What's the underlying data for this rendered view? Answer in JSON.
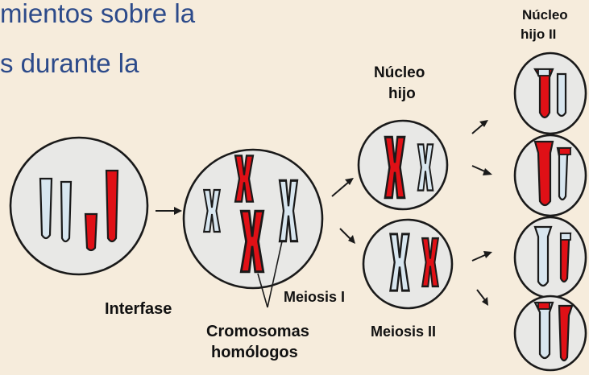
{
  "title": {
    "line1": "mientos sobre la",
    "line2": "s durante la"
  },
  "labels": {
    "interfase": "Interfase",
    "meiosis1": "Meiosis I",
    "meiosis2": "Meiosis II",
    "homologos_1": "Cromosomas",
    "homologos_2": "homólogos",
    "hijo_1": "Núcleo",
    "hijo_2": "hijo",
    "hijo2_1": "Núcleo",
    "hijo2_2": "hijo II"
  },
  "colors": {
    "background": "#f6ecdc",
    "title_text": "#2c4a8a",
    "maternal_chromosome": "#e01016",
    "paternal_chromosome": "#d8e6ef",
    "nucleus_fill": "#e8e8e6"
  }
}
